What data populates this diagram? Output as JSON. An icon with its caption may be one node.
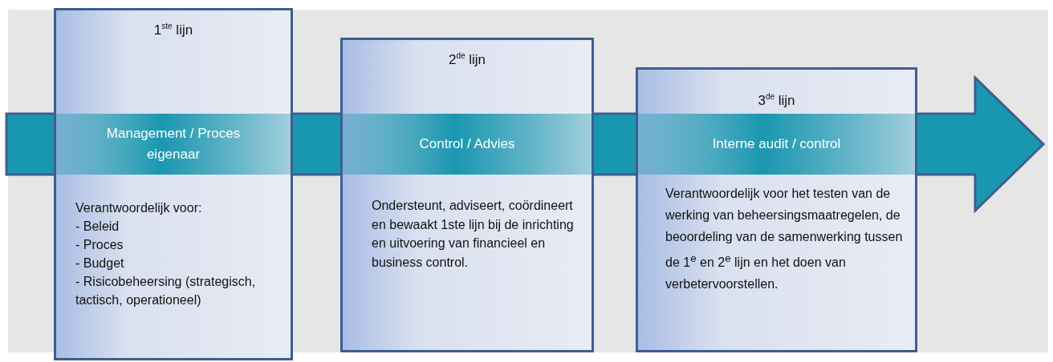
{
  "diagram": {
    "nodes": [
      {
        "text": [
          "1$^{ste}$ lijn",
          "Management / Proces eigenaar",
          "Verantwoordelijk voor:",
          "- Beleid",
          "- Proces",
          "- Budget",
          "- Risicobeheersing (strategisch, tactisch, operationeel)"
        ]
      },
      {
        "text": [
          "2$^{de}$ lijn",
          "Control / Advies",
          "Ondersteunt, adviseert, coördineert en bewaakt 1ste lijn bij de inrichting en uitvoering van financieel en business control."
        ]
      },
      {
        "text": [
          "3$^{de}$ lijn",
          "Interne audit / control",
          "Verantwoordelijk voor het testen van de werking van beheersingsmaatregelen, de beoordeling van de samenwerking tussen de 1$^{e}$ en 2$^{e}$ lijn en het doen van verbetervoorstellen."
        ]
      }
    ]
  }
}
